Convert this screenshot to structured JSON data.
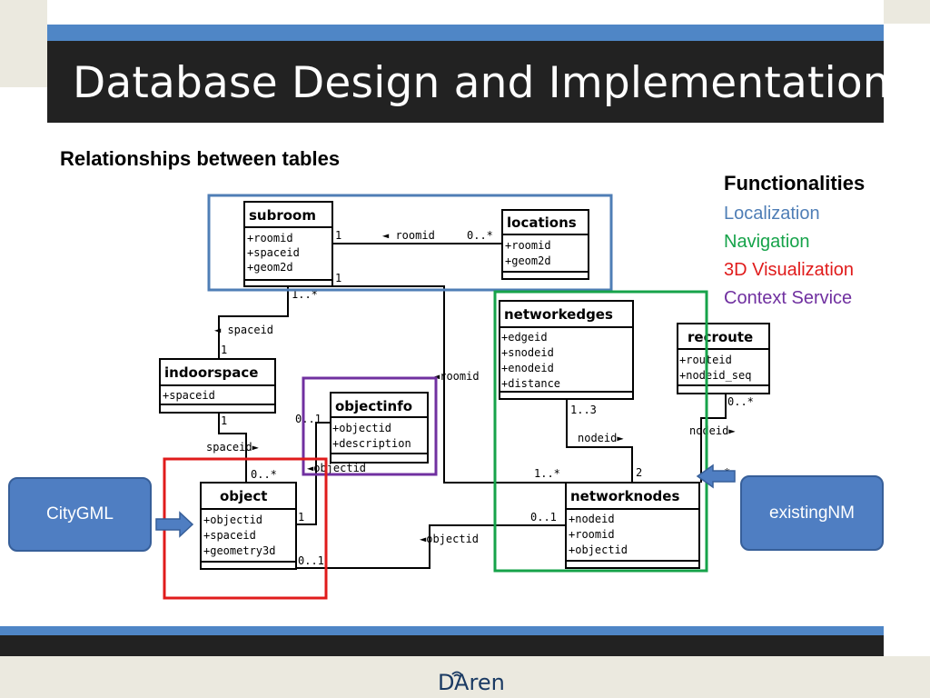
{
  "slide": {
    "title": "Database Design and Implementation",
    "subtitle": "Relationships between tables"
  },
  "functionalities": {
    "heading": "Functionalities",
    "items": [
      {
        "label": "Localization",
        "color": "#4f7eb6"
      },
      {
        "label": "Navigation",
        "color": "#16a34a"
      },
      {
        "label": "3D Visualization",
        "color": "#e01b1b"
      },
      {
        "label": "Context Service",
        "color": "#7030a0"
      }
    ]
  },
  "classes": {
    "subroom": {
      "name": "subroom",
      "attrs": [
        "+roomid",
        "+spaceid",
        "+geom2d"
      ]
    },
    "locations": {
      "name": "locations",
      "attrs": [
        "+roomid",
        "+geom2d"
      ]
    },
    "indoorspace": {
      "name": "indoorspace",
      "attrs": [
        "+spaceid"
      ]
    },
    "objectinfo": {
      "name": "objectinfo",
      "attrs": [
        "+objectid",
        "+description"
      ]
    },
    "object": {
      "name": "object",
      "attrs": [
        "+objectid",
        "+spaceid",
        "+geometry3d"
      ]
    },
    "networkedges": {
      "name": "networkedges",
      "attrs": [
        "+edgeid",
        "+snodeid",
        "+enodeid",
        "+distance"
      ]
    },
    "recroute": {
      "name": "recroute",
      "attrs": [
        "+routeid",
        "+nodeid_seq"
      ]
    },
    "networknodes": {
      "name": "networknodes",
      "attrs": [
        "+nodeid",
        "+roomid",
        "+objectid"
      ]
    }
  },
  "relations": {
    "subroom_locations": {
      "label": "◄ roomid",
      "left_mult": "1",
      "right_mult": "0..*"
    },
    "subroom_indoor": {
      "label": "◄ spaceid",
      "top_mult": "1..*",
      "bottom_mult": "1"
    },
    "subroom_nodes": {
      "label": "◄roomid",
      "top_mult": "1",
      "bottom_mult": "1..*"
    },
    "indoor_object": {
      "label": "spaceid►",
      "top_mult": "1",
      "bottom_mult": "0..*"
    },
    "object_info": {
      "label": "◄objectid",
      "left_mult": "1",
      "right_mult": "0..1"
    },
    "object_nodes": {
      "label": "◄objectid",
      "left_mult": "0..1",
      "right_mult": "0..1"
    },
    "edges_nodes": {
      "label": "nodeid►",
      "top_mult": "1..3",
      "bottom_mult": "2"
    },
    "route_nodes": {
      "label": "nodeid►",
      "top_mult": "0..*",
      "bottom_mult": "*"
    }
  },
  "buttons": {
    "citygml": "CityGML",
    "existingnm": "existingNM"
  },
  "footer": {
    "logo_text": "DAren"
  }
}
